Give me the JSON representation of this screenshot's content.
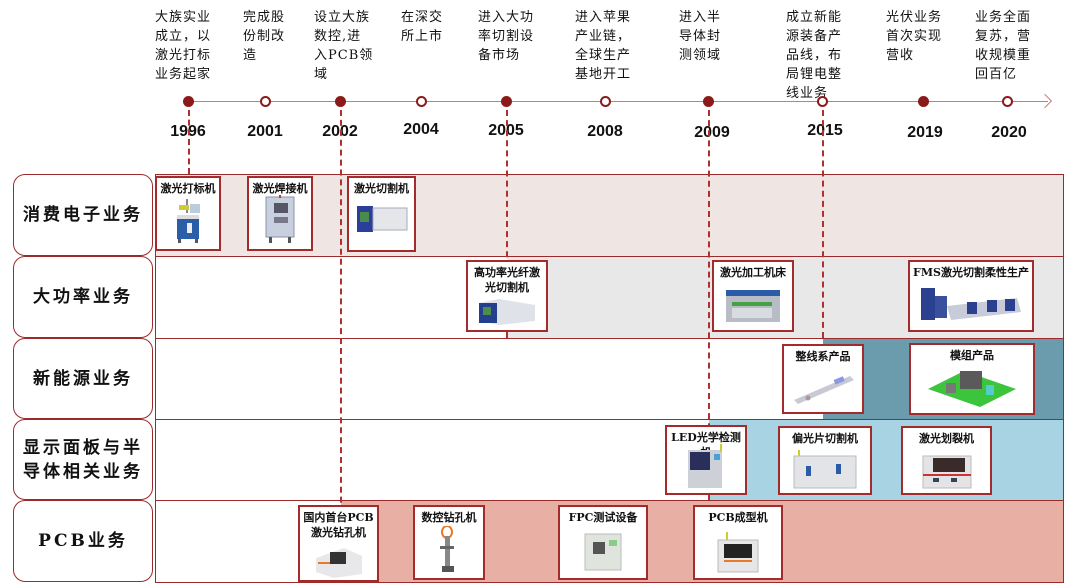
{
  "timeline": {
    "events": [
      {
        "year": "1996",
        "filled": true,
        "text": "大族实业\n成立，以\n激光打标\n业务起家"
      },
      {
        "year": "2001",
        "filled": false,
        "text": "完成股\n份制改\n造"
      },
      {
        "year": "2002",
        "filled": true,
        "text": "设立大族\n数控,进\n入PCB领\n域"
      },
      {
        "year": "2004",
        "filled": false,
        "text": "在深交\n所上市"
      },
      {
        "year": "2005",
        "filled": true,
        "text": "进入大功\n率切割设\n备市场"
      },
      {
        "year": "2008",
        "filled": false,
        "text": "进入苹果\n产业链，\n全球生产\n基地开工"
      },
      {
        "year": "2009",
        "filled": true,
        "text": "进入半\n导体封\n测领域"
      },
      {
        "year": "2015",
        "filled": false,
        "text": "成立新能\n源装备产\n品线，布\n局锂电整\n线业务"
      },
      {
        "year": "2019",
        "filled": true,
        "text": "光伏业务\n首次实现\n营收"
      },
      {
        "year": "2020",
        "filled": false,
        "text": "业务全面\n复苏，营\n收规模重\n回百亿"
      }
    ],
    "colors": {
      "accent": "#8b1a1a",
      "axis": "#c97a7a"
    }
  },
  "segments": [
    {
      "label": "消费电子业务",
      "start_year": "1996",
      "fill": "#efe5e2",
      "products": [
        "激光打标机",
        "激光焊接机",
        "激光切割机"
      ]
    },
    {
      "label": "大功率业务",
      "start_year": "2005",
      "fill": "#e8e8e8",
      "products": [
        "高功率光纤激\n光切割机",
        "激光加工机床",
        "FMS激光切割柔性生产"
      ]
    },
    {
      "label": "新能源业务",
      "start_year": "2015",
      "fill": "#6a9cad",
      "products": [
        "整线系产品",
        "模组产品"
      ]
    },
    {
      "label": "显示面板与半\n导体相关业务",
      "start_year": "2009",
      "fill": "#a7d3e2",
      "products": [
        "LED光学检测机",
        "偏光片切割机",
        "激光划裂机"
      ]
    },
    {
      "label": "PCB业务",
      "start_year": "2002",
      "fill": "#e8b0a4",
      "products": [
        "国内首台PCB\n激光钻孔机",
        "数控钻孔机",
        "FPC测试设备",
        "PCB成型机"
      ]
    }
  ]
}
